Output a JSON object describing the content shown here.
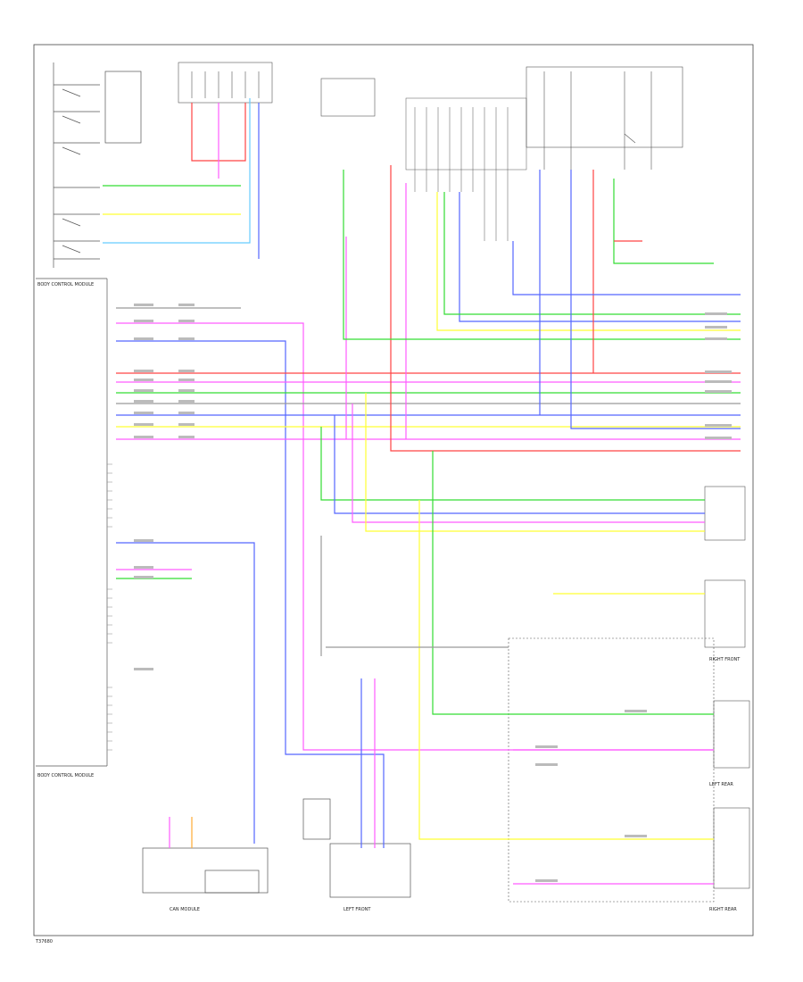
{
  "colors": {
    "frame": "#444444",
    "wire_black": "#333333",
    "pink": "#ff5cff",
    "magenta": "#e040e0",
    "green": "#33dd33",
    "blue": "#5566ff",
    "red": "#ff4444",
    "yellow": "#ffff33",
    "lightblue": "#66ccff",
    "orange": "#ffaa33",
    "gray": "#999999",
    "tan": "#c8a060"
  },
  "footer": {
    "left_code": "T37680"
  },
  "labels": {
    "bottom_left_component": "CAN MODULE",
    "bottom_center_component": "LEFT FRONT",
    "right_bottom_component": "RIGHT REAR",
    "right_mid_component": "RIGHT FRONT",
    "right_lower_component": "LEFT REAR",
    "left_module": "BODY CONTROL MODULE",
    "left_lower_module": "BODY CONTROL MODULE"
  }
}
